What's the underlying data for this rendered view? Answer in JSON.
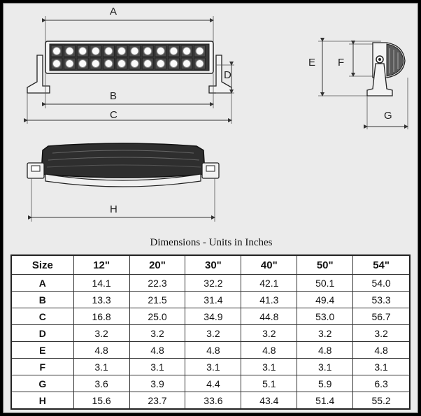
{
  "diagram": {
    "labels": {
      "a": "A",
      "b": "B",
      "c": "C",
      "d": "D",
      "e": "E",
      "f": "F",
      "g": "G",
      "h": "H"
    }
  },
  "table": {
    "title": "Dimensions - Units in Inches",
    "headers": [
      "Size",
      "12\"",
      "20\"",
      "30\"",
      "40\"",
      "50\"",
      "54\""
    ],
    "rows": [
      [
        "A",
        "14.1",
        "22.3",
        "32.2",
        "42.1",
        "50.1",
        "54.0"
      ],
      [
        "B",
        "13.3",
        "21.5",
        "31.4",
        "41.3",
        "49.4",
        "53.3"
      ],
      [
        "C",
        "16.8",
        "25.0",
        "34.9",
        "44.8",
        "53.0",
        "56.7"
      ],
      [
        "D",
        "3.2",
        "3.2",
        "3.2",
        "3.2",
        "3.2",
        "3.2"
      ],
      [
        "E",
        "4.8",
        "4.8",
        "4.8",
        "4.8",
        "4.8",
        "4.8"
      ],
      [
        "F",
        "3.1",
        "3.1",
        "3.1",
        "3.1",
        "3.1",
        "3.1"
      ],
      [
        "G",
        "3.6",
        "3.9",
        "4.4",
        "5.1",
        "5.9",
        "6.3"
      ],
      [
        "H",
        "15.6",
        "23.7",
        "33.6",
        "43.4",
        "51.4",
        "55.2"
      ]
    ]
  }
}
